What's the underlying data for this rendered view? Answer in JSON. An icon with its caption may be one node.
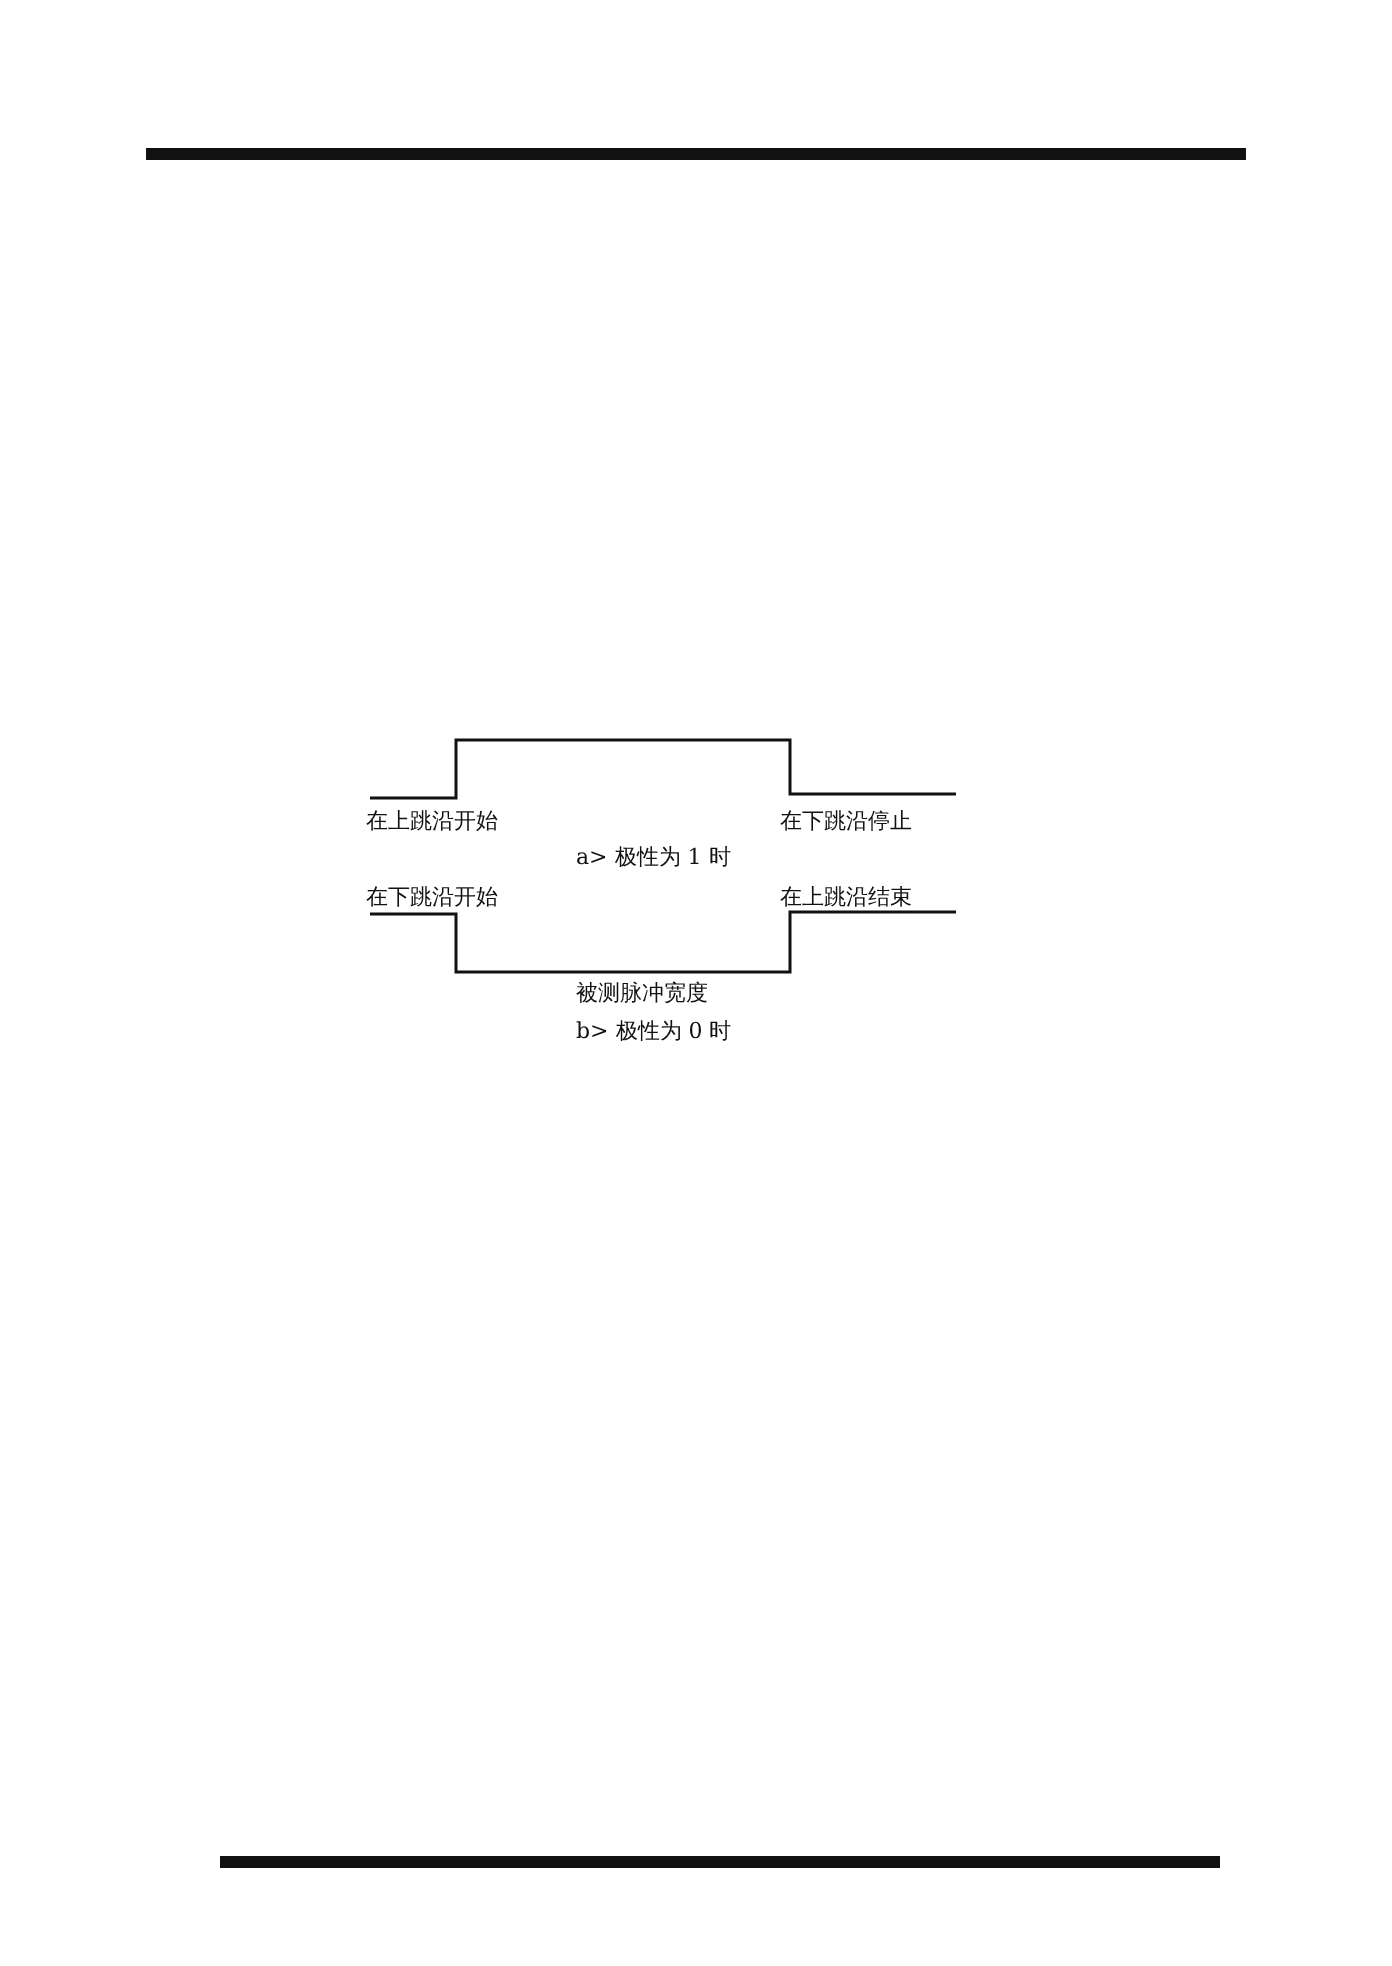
{
  "diagram": {
    "labels": [
      "在上跳沿开始",
      "在下跳沿停止",
      "a> 极性为 1 时",
      "在下跳沿开始",
      "在上跳沿结束",
      "被测脉冲宽度",
      "b> 极性为 0 时"
    ]
  }
}
